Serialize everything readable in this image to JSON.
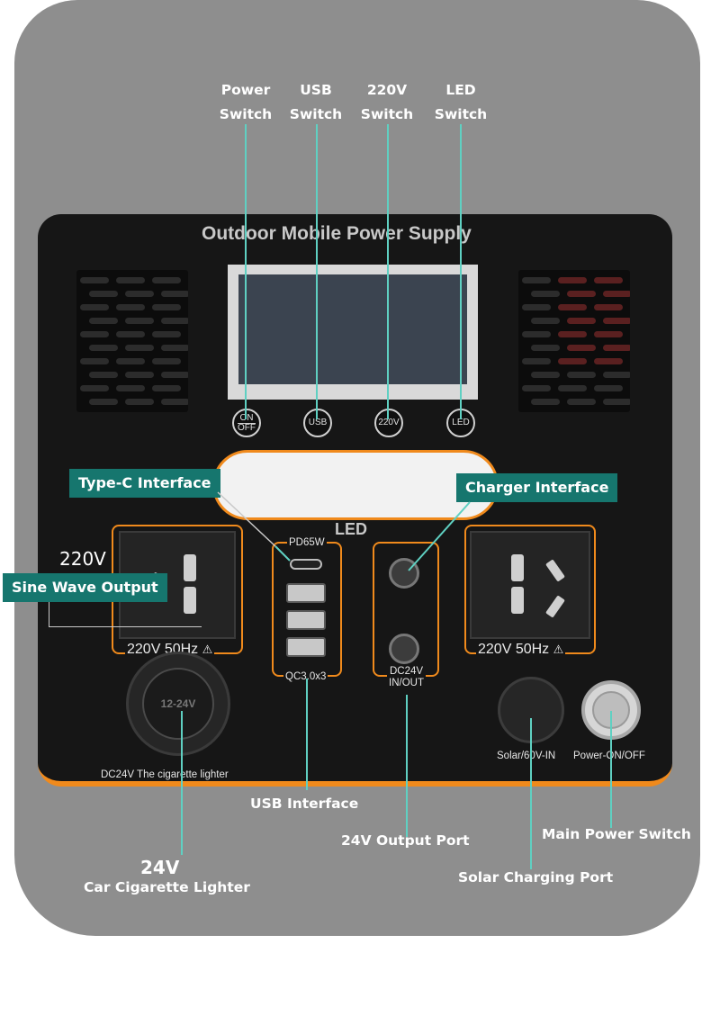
{
  "switch_labels": [
    {
      "line1": "Power",
      "line2": "Switch"
    },
    {
      "line1": "USB",
      "line2": "Switch"
    },
    {
      "line1": "220V",
      "line2": "Switch"
    },
    {
      "line1": "LED",
      "line2": "Switch"
    }
  ],
  "panel": {
    "title": "Outdoor Mobile Power Supply",
    "buttons": [
      {
        "line1": "ON",
        "line2": "OFF"
      },
      {
        "line1": "USB",
        "line2": ""
      },
      {
        "line1": "220V",
        "line2": ""
      },
      {
        "line1": "LED",
        "line2": ""
      }
    ],
    "led_label": "LED",
    "pd_label": "PD65W",
    "qc_label": "QC3.0x3",
    "dc_label_1": "DC24V",
    "dc_label_2": "IN/OUT",
    "left_socket_label": "220V 50Hz",
    "right_socket_label": "220V 50Hz",
    "cig_label": "DC24V The cigarette lighter",
    "cig_cap_text": "12-24V",
    "solar_label": "Solar/60V-IN",
    "power_label": "Power-ON/OFF"
  },
  "callouts": {
    "type_c": "Type-C Interface",
    "charger": "Charger Interface",
    "sine_voltage": "220V",
    "sine_wave": "Sine Wave Output",
    "usb_interface": "USB Interface",
    "output_24v": "24V Output Port",
    "main_switch": "Main Power Switch",
    "solar_port": "Solar Charging Port",
    "car_voltage": "24V",
    "car_lighter": "Car Cigarette Lighter"
  },
  "colors": {
    "background": "#8e8e8e",
    "panel": "#161616",
    "accent_orange": "#f08a1c",
    "callout_teal": "#16766e",
    "leader_line": "#5fd0c2"
  },
  "icons": [
    "warning-triangle-icon",
    "usb-c-port-icon",
    "usb-a-port-icon",
    "dc-jack-icon",
    "power-button-icon"
  ]
}
